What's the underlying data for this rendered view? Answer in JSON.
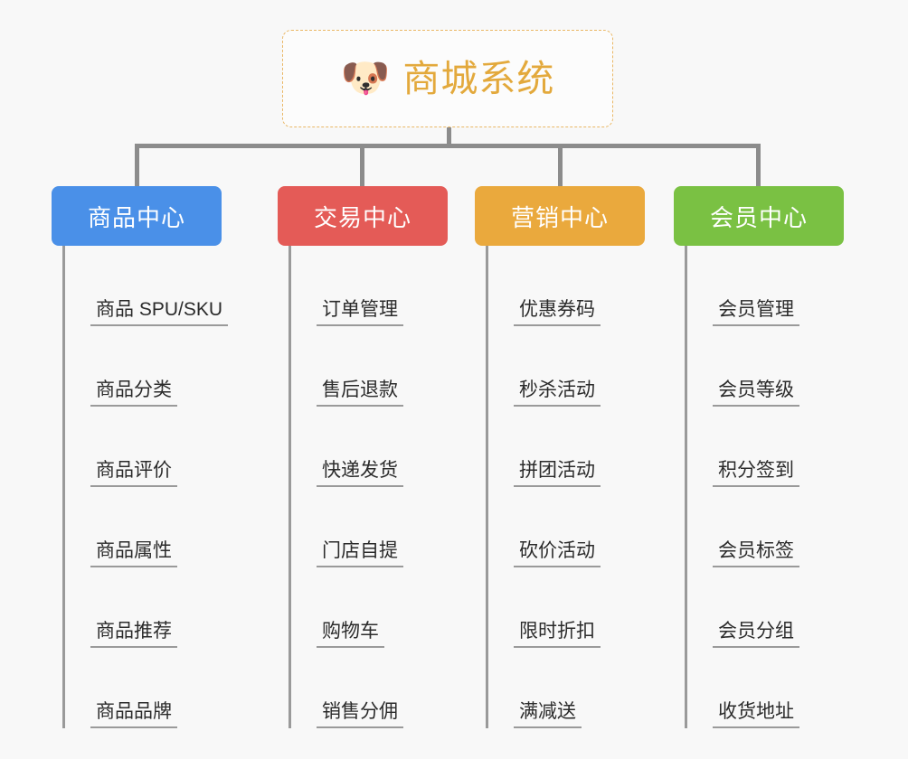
{
  "page": {
    "background_color": "#f8f8f8",
    "type": "org-chart"
  },
  "root": {
    "logo_icon": "shiba-dog-face-icon",
    "logo_glyph": "🐶",
    "title": "商城系统",
    "title_color": "#e3a93c",
    "border_color": "#eab866"
  },
  "columns": [
    {
      "name": "product-center",
      "header": "商品中心",
      "color": "#4a90e8",
      "items": [
        "商品 SPU/SKU",
        "商品分类",
        "商品评价",
        "商品属性",
        "商品推荐",
        "商品品牌"
      ]
    },
    {
      "name": "trade-center",
      "header": "交易中心",
      "color": "#e45b57",
      "items": [
        "订单管理",
        "售后退款",
        "快递发货",
        "门店自提",
        "购物车",
        "销售分佣"
      ]
    },
    {
      "name": "marketing-center",
      "header": "营销中心",
      "color": "#eaa93d",
      "items": [
        "优惠券码",
        "秒杀活动",
        "拼团活动",
        "砍价活动",
        "限时折扣",
        "满减送"
      ]
    },
    {
      "name": "member-center",
      "header": "会员中心",
      "color": "#7ac143",
      "items": [
        "会员管理",
        "会员等级",
        "积分签到",
        "会员标签",
        "会员分组",
        "收货地址"
      ]
    }
  ],
  "chart_data": {
    "type": "table",
    "title": "商城系统",
    "categories": [
      "商品中心",
      "交易中心",
      "营销中心",
      "会员中心"
    ],
    "series": [
      {
        "name": "商品中心",
        "values": [
          "商品 SPU/SKU",
          "商品分类",
          "商品评价",
          "商品属性",
          "商品推荐",
          "商品品牌"
        ]
      },
      {
        "name": "交易中心",
        "values": [
          "订单管理",
          "售后退款",
          "快递发货",
          "门店自提",
          "购物车",
          "销售分佣"
        ]
      },
      {
        "name": "营销中心",
        "values": [
          "优惠券码",
          "秒杀活动",
          "拼团活动",
          "砍价活动",
          "限时折扣",
          "满减送"
        ]
      },
      {
        "name": "会员中心",
        "values": [
          "会员管理",
          "会员等级",
          "积分签到",
          "会员标签",
          "会员分组",
          "收货地址"
        ]
      }
    ]
  }
}
